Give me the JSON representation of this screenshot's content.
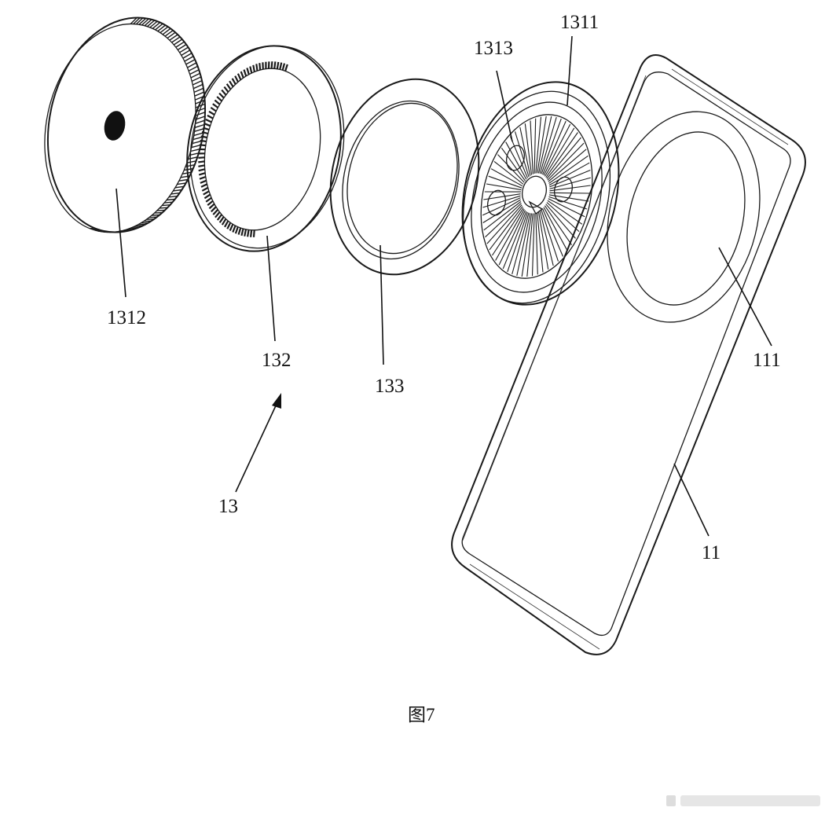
{
  "figure": {
    "caption": "图7",
    "labels": {
      "l1312": "1312",
      "l132": "132",
      "l133": "133",
      "l1313": "1313",
      "l1311": "1311",
      "l111": "111",
      "l13": "13",
      "l11": "11"
    }
  },
  "watermark": "weibo-watermark"
}
